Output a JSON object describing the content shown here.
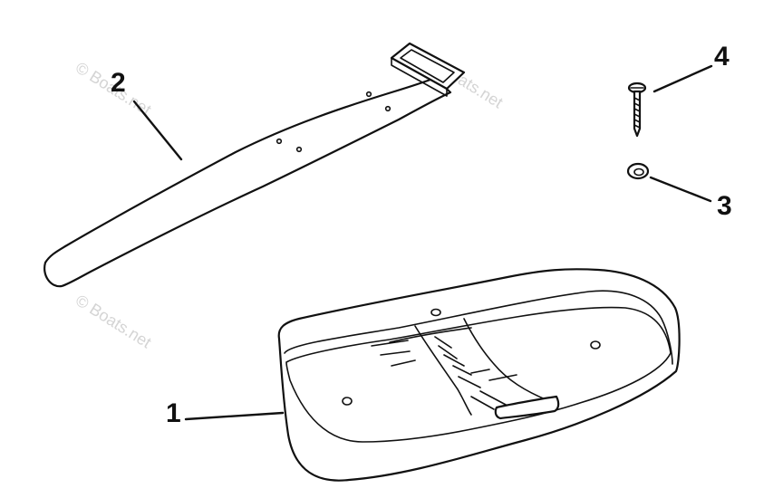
{
  "callouts": {
    "c1": "1",
    "c2": "2",
    "c3": "3",
    "c4": "4"
  },
  "watermarks": {
    "text": "© Boats.net"
  },
  "colors": {
    "line": "#111111",
    "watermark": "#b8b8b8",
    "background": "#ffffff"
  }
}
